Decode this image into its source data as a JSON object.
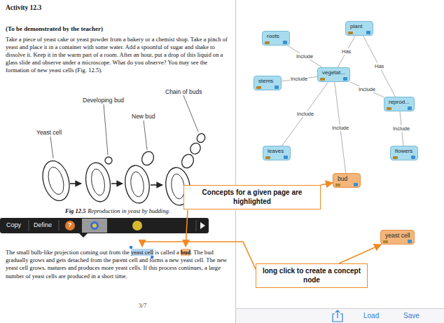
{
  "diagram": {
    "nodes": [
      {
        "text": [
          "plant"
        ]
      },
      {
        "text": [
          "roots"
        ]
      },
      {
        "text": [
          "vegetat..."
        ]
      },
      {
        "text": [
          "stems"
        ]
      },
      {
        "text": [
          "reprod..."
        ]
      },
      {
        "text": [
          "leaves"
        ]
      },
      {
        "text": [
          "flowers"
        ]
      },
      {
        "text": [
          "bud"
        ]
      },
      {
        "text": [
          "Concepts for a given page are highlighted"
        ]
      },
      {
        "text": [
          "yeast cell"
        ]
      },
      {
        "text": [
          "long click to create a concept node"
        ]
      }
    ],
    "edges": [
      {
        "from": 0,
        "to": 2,
        "arrow": "none",
        "label": "Has"
      },
      {
        "from": 0,
        "to": 4,
        "arrow": "none",
        "label": "Has"
      },
      {
        "from": 2,
        "to": 1,
        "arrow": "none",
        "label": "Include"
      },
      {
        "from": 2,
        "to": 3,
        "arrow": "none",
        "label": "Include"
      },
      {
        "from": 2,
        "to": 4,
        "arrow": "none",
        "label": "Include"
      },
      {
        "from": 2,
        "to": 5,
        "arrow": "none",
        "label": "Include"
      },
      {
        "from": 2,
        "to": 7,
        "arrow": "none",
        "label": "Include"
      },
      {
        "from": 4,
        "to": 6,
        "arrow": "none",
        "label": "Include"
      },
      {
        "from": 8,
        "to": 7,
        "arrow": "to"
      },
      {
        "from": 10,
        "to": 9,
        "arrow": "to"
      }
    ],
    "labels": [
      "Activity 12.3",
      "(To be demonstrated by the teacher)",
      "Take a piece of yeast cake or yeast powder from a bakery or a chemist shop. Take a pinch of yeast and place it in a container with some water. Add a spoonful of sugar and shake to dissolve it. Keep it in the warm part of a room. After an hour, put a drop of this liquid on a glass slide and observe under a microscope. What do you observe? You may see the formation of new yeast cells (Fig. 12.5).",
      "Yeast cell",
      "Developing bud",
      "Chain of buds",
      "New bud",
      "Fig 12.5",
      "Reproduction in yeast by budding.",
      "Copy",
      "Define",
      "?",
      "The small bulb-like projection coming out from the",
      "yeast cell",
      "is called a",
      "bud",
      ". The bud gradually grows and gets detached from the parent cell and forms a new yeast cell. The new yeast cell grows, matures and produces more yeast cells. If this process continues, a large number of yeast cells are produced in a short time.",
      "3/7",
      "Load",
      "Save"
    ]
  }
}
